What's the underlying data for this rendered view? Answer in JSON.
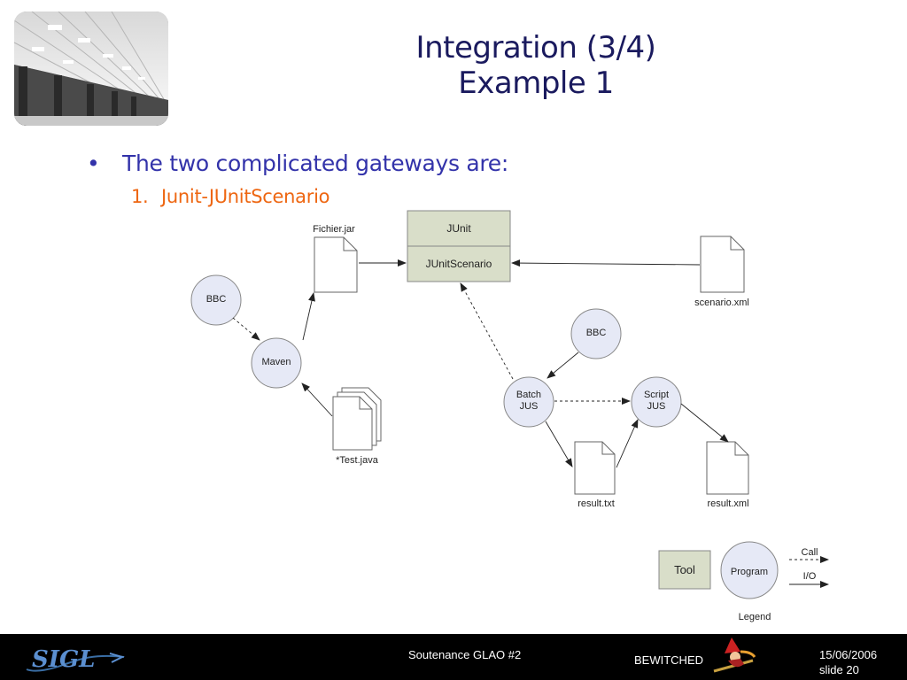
{
  "slide": {
    "title_line1": "Integration (3/4)",
    "title_line2": "Example 1",
    "bullet": "The two complicated gateways are:",
    "bullet_marker": "•",
    "sub_number": "1.",
    "sub_item": "Junit-JUnitScenario"
  },
  "diagram": {
    "junit_box": {
      "top_label": "JUnit",
      "bottom_label": "JUnitScenario"
    },
    "files": {
      "fichier_jar": "Fichier.jar",
      "scenario_xml": "scenario.xml",
      "test_java": "*Test.java",
      "result_txt": "result.txt",
      "result_xml": "result.xml"
    },
    "nodes": {
      "bbc_left": "BBC",
      "maven": "Maven",
      "bbc_right": "BBC",
      "batch_jus_line1": "Batch",
      "batch_jus_line2": "JUS",
      "script_jus_line1": "Script",
      "script_jus_line2": "JUS"
    },
    "legend": {
      "tool": "Tool",
      "program": "Program",
      "call": "Call",
      "io": "I/O",
      "caption": "Legend"
    }
  },
  "footer": {
    "presentation": "Soutenance GLAO #2",
    "team": "BEWITCHED",
    "date": "15/06/2006",
    "slide_number": "slide 20",
    "logo_text": "SIGL"
  },
  "colors": {
    "title": "#1a1a5e",
    "bullet": "#3333aa",
    "sub_item": "#ee6611",
    "node_fill": "#e6e9f6",
    "box_fill": "#d9dec9",
    "footer_bg": "#000000"
  }
}
